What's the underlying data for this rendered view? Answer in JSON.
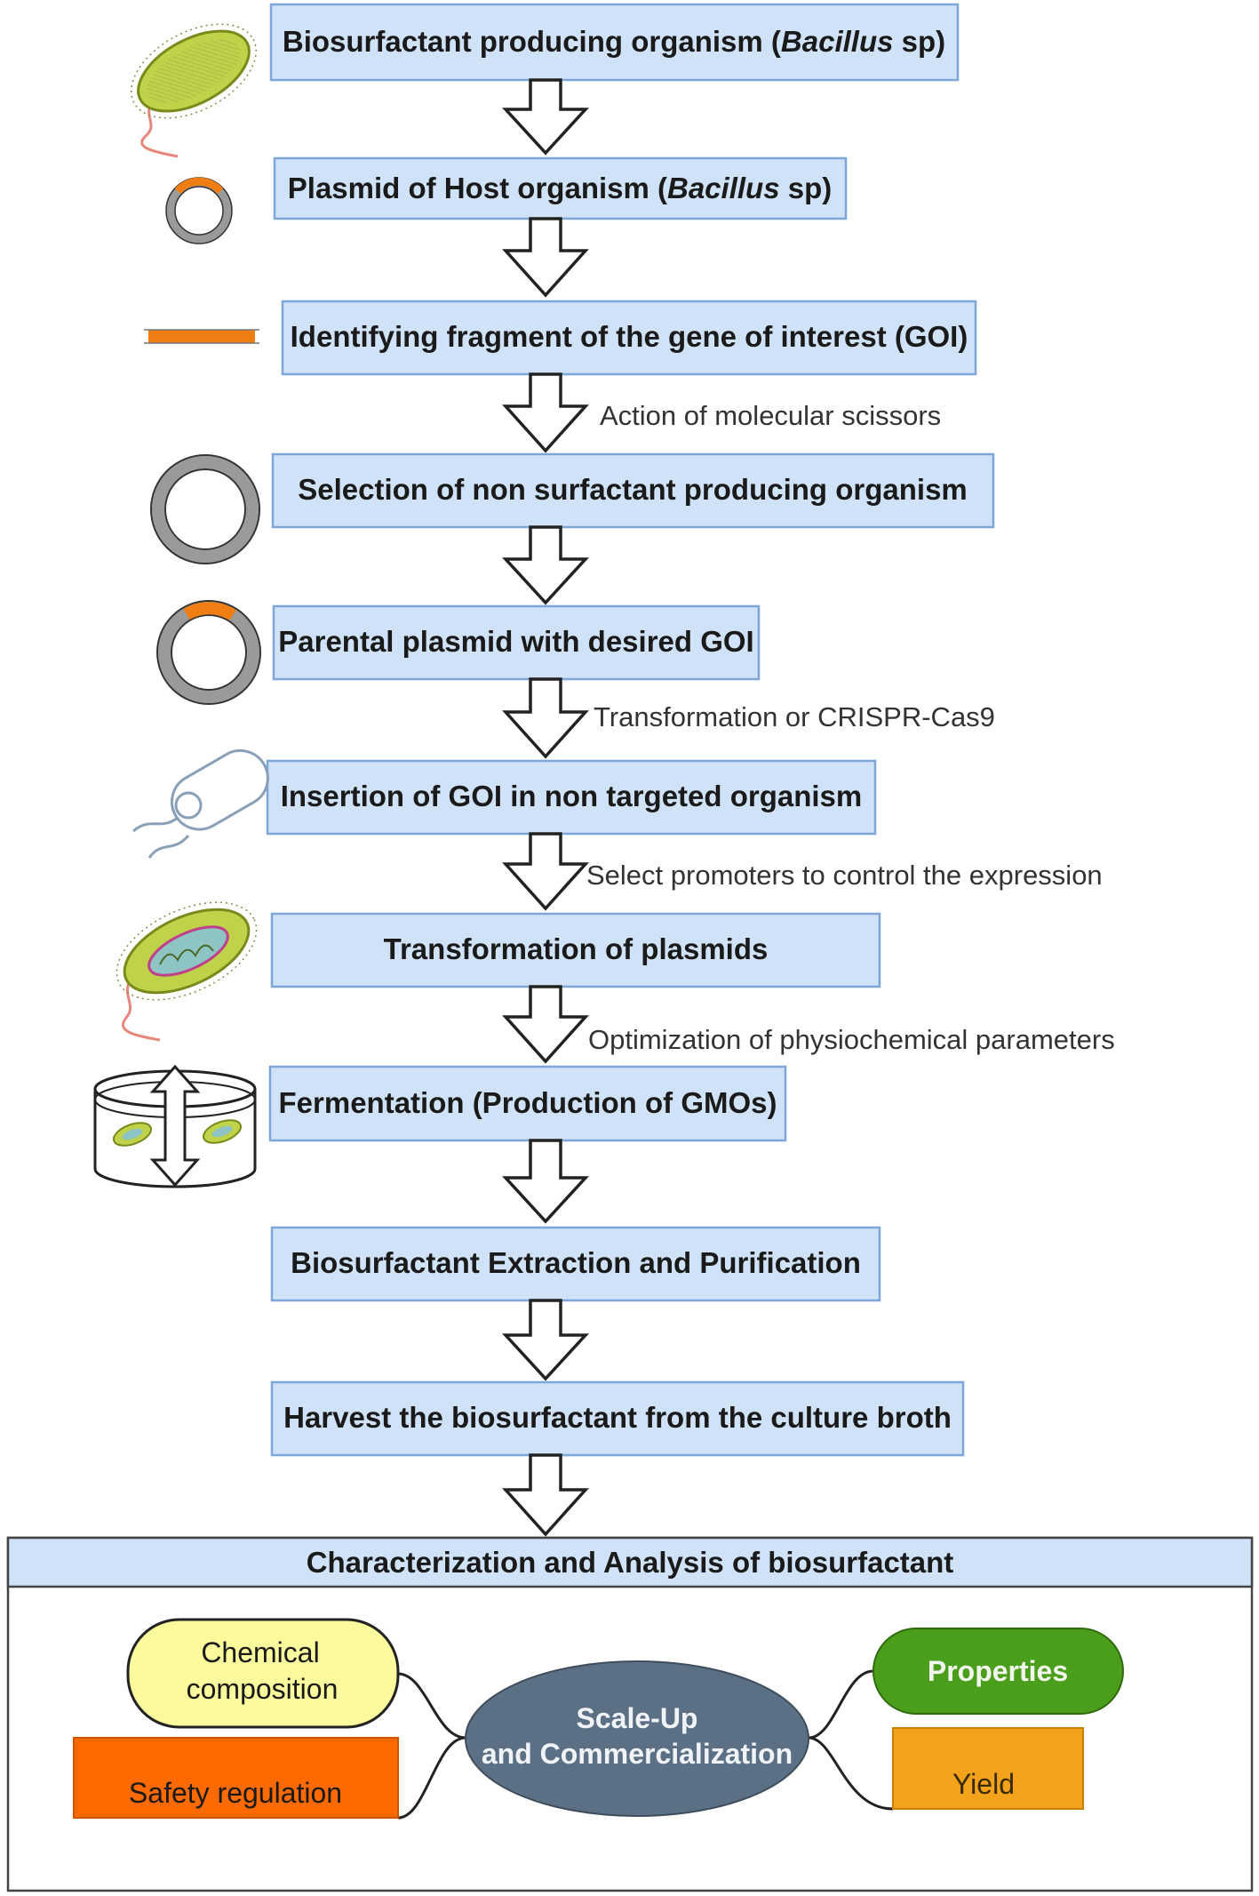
{
  "colors": {
    "box_fill": "#cfe2f7",
    "box_stroke": "#7ea6d8",
    "chemical_fill": "#fbfb9e",
    "safety_fill": "#ff6a00",
    "center_fill": "#5c7085",
    "properties_fill": "#4b9e1c",
    "yield_fill": "#f3a21b"
  },
  "steps": [
    {
      "pre": "Biosurfactant producing organism (",
      "italic": "Bacillus",
      "post": " sp)"
    },
    {
      "pre": "Plasmid of Host organism (",
      "italic": "Bacillus",
      "post": " sp)"
    },
    {
      "pre": "Identifying fragment of the gene of interest (GOI)",
      "italic": "",
      "post": ""
    },
    {
      "pre": "Selection of non surfactant producing organism",
      "italic": "",
      "post": ""
    },
    {
      "pre": "Parental plasmid with desired GOI",
      "italic": "",
      "post": ""
    },
    {
      "pre": "Insertion of GOI in non targeted organism",
      "italic": "",
      "post": ""
    },
    {
      "pre": "Transformation of plasmids",
      "italic": "",
      "post": ""
    },
    {
      "pre": "Fermentation (Production of GMOs)",
      "italic": "",
      "post": ""
    },
    {
      "pre": "Biosurfactant Extraction and Purification",
      "italic": "",
      "post": ""
    },
    {
      "pre": "Harvest the biosurfactant from the culture broth",
      "italic": "",
      "post": ""
    }
  ],
  "arrow_notes": [
    "Action of molecular scissors",
    "Transformation or CRISPR-Cas9",
    "Select promoters to control the expression",
    "Optimization of physiochemical parameters"
  ],
  "panel": {
    "title": "Characterization and Analysis of biosurfactant",
    "center_line1": "Scale-Up",
    "center_line2": "and Commercialization",
    "chemical_line1": "Chemical",
    "chemical_line2": "composition",
    "safety": "Safety regulation",
    "properties": "Properties",
    "yield": "Yield"
  },
  "icons": [
    "bacillus-bacterium-icon",
    "host-plasmid-icon",
    "gene-fragment-icon",
    "empty-plasmid-icon",
    "recombinant-plasmid-icon",
    "non-target-cell-icon",
    "transformed-bacterium-icon",
    "fermenter-icon"
  ]
}
